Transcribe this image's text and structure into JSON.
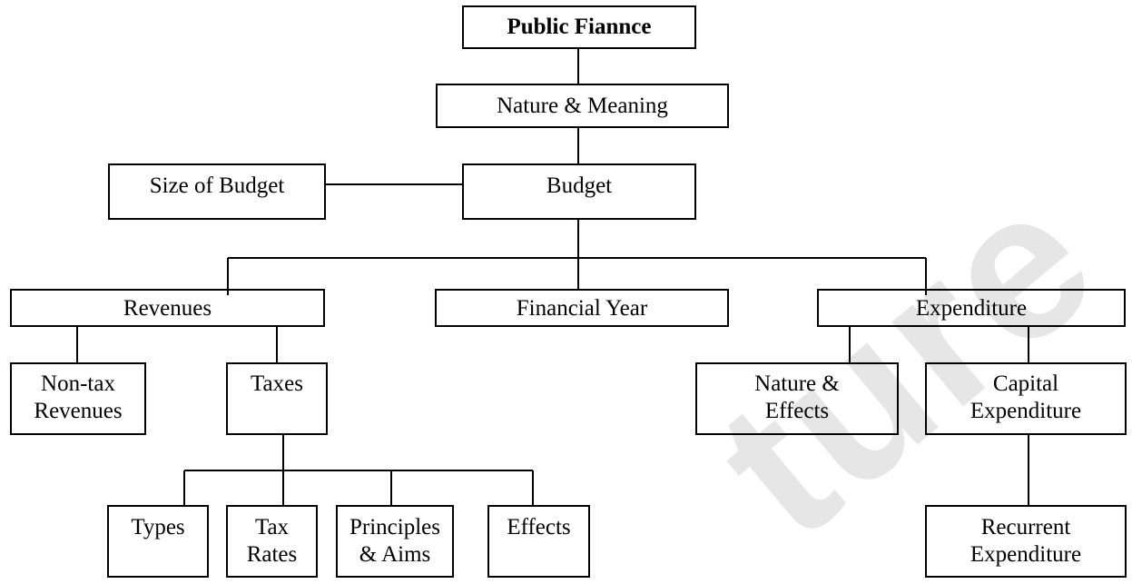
{
  "watermark": "ture",
  "nodes": {
    "public_finance": "Public Fiannce",
    "nature_meaning": "Nature & Meaning",
    "size_of_budget": "Size of Budget",
    "budget": "Budget",
    "revenues": "Revenues",
    "financial_year": "Financial Year",
    "expenditure": "Expenditure",
    "non_tax_revenues": [
      "Non-tax",
      "Revenues"
    ],
    "taxes": "Taxes",
    "nature_effects": [
      "Nature &",
      "Effects"
    ],
    "capital_expenditure": [
      "Capital",
      "Expenditure"
    ],
    "types": "Types",
    "tax_rates": [
      "Tax",
      "Rates"
    ],
    "principles_aims": [
      "Principles",
      "& Aims"
    ],
    "effects": "Effects",
    "recurrent_expenditure": [
      "Recurrent",
      "Expenditure"
    ]
  }
}
